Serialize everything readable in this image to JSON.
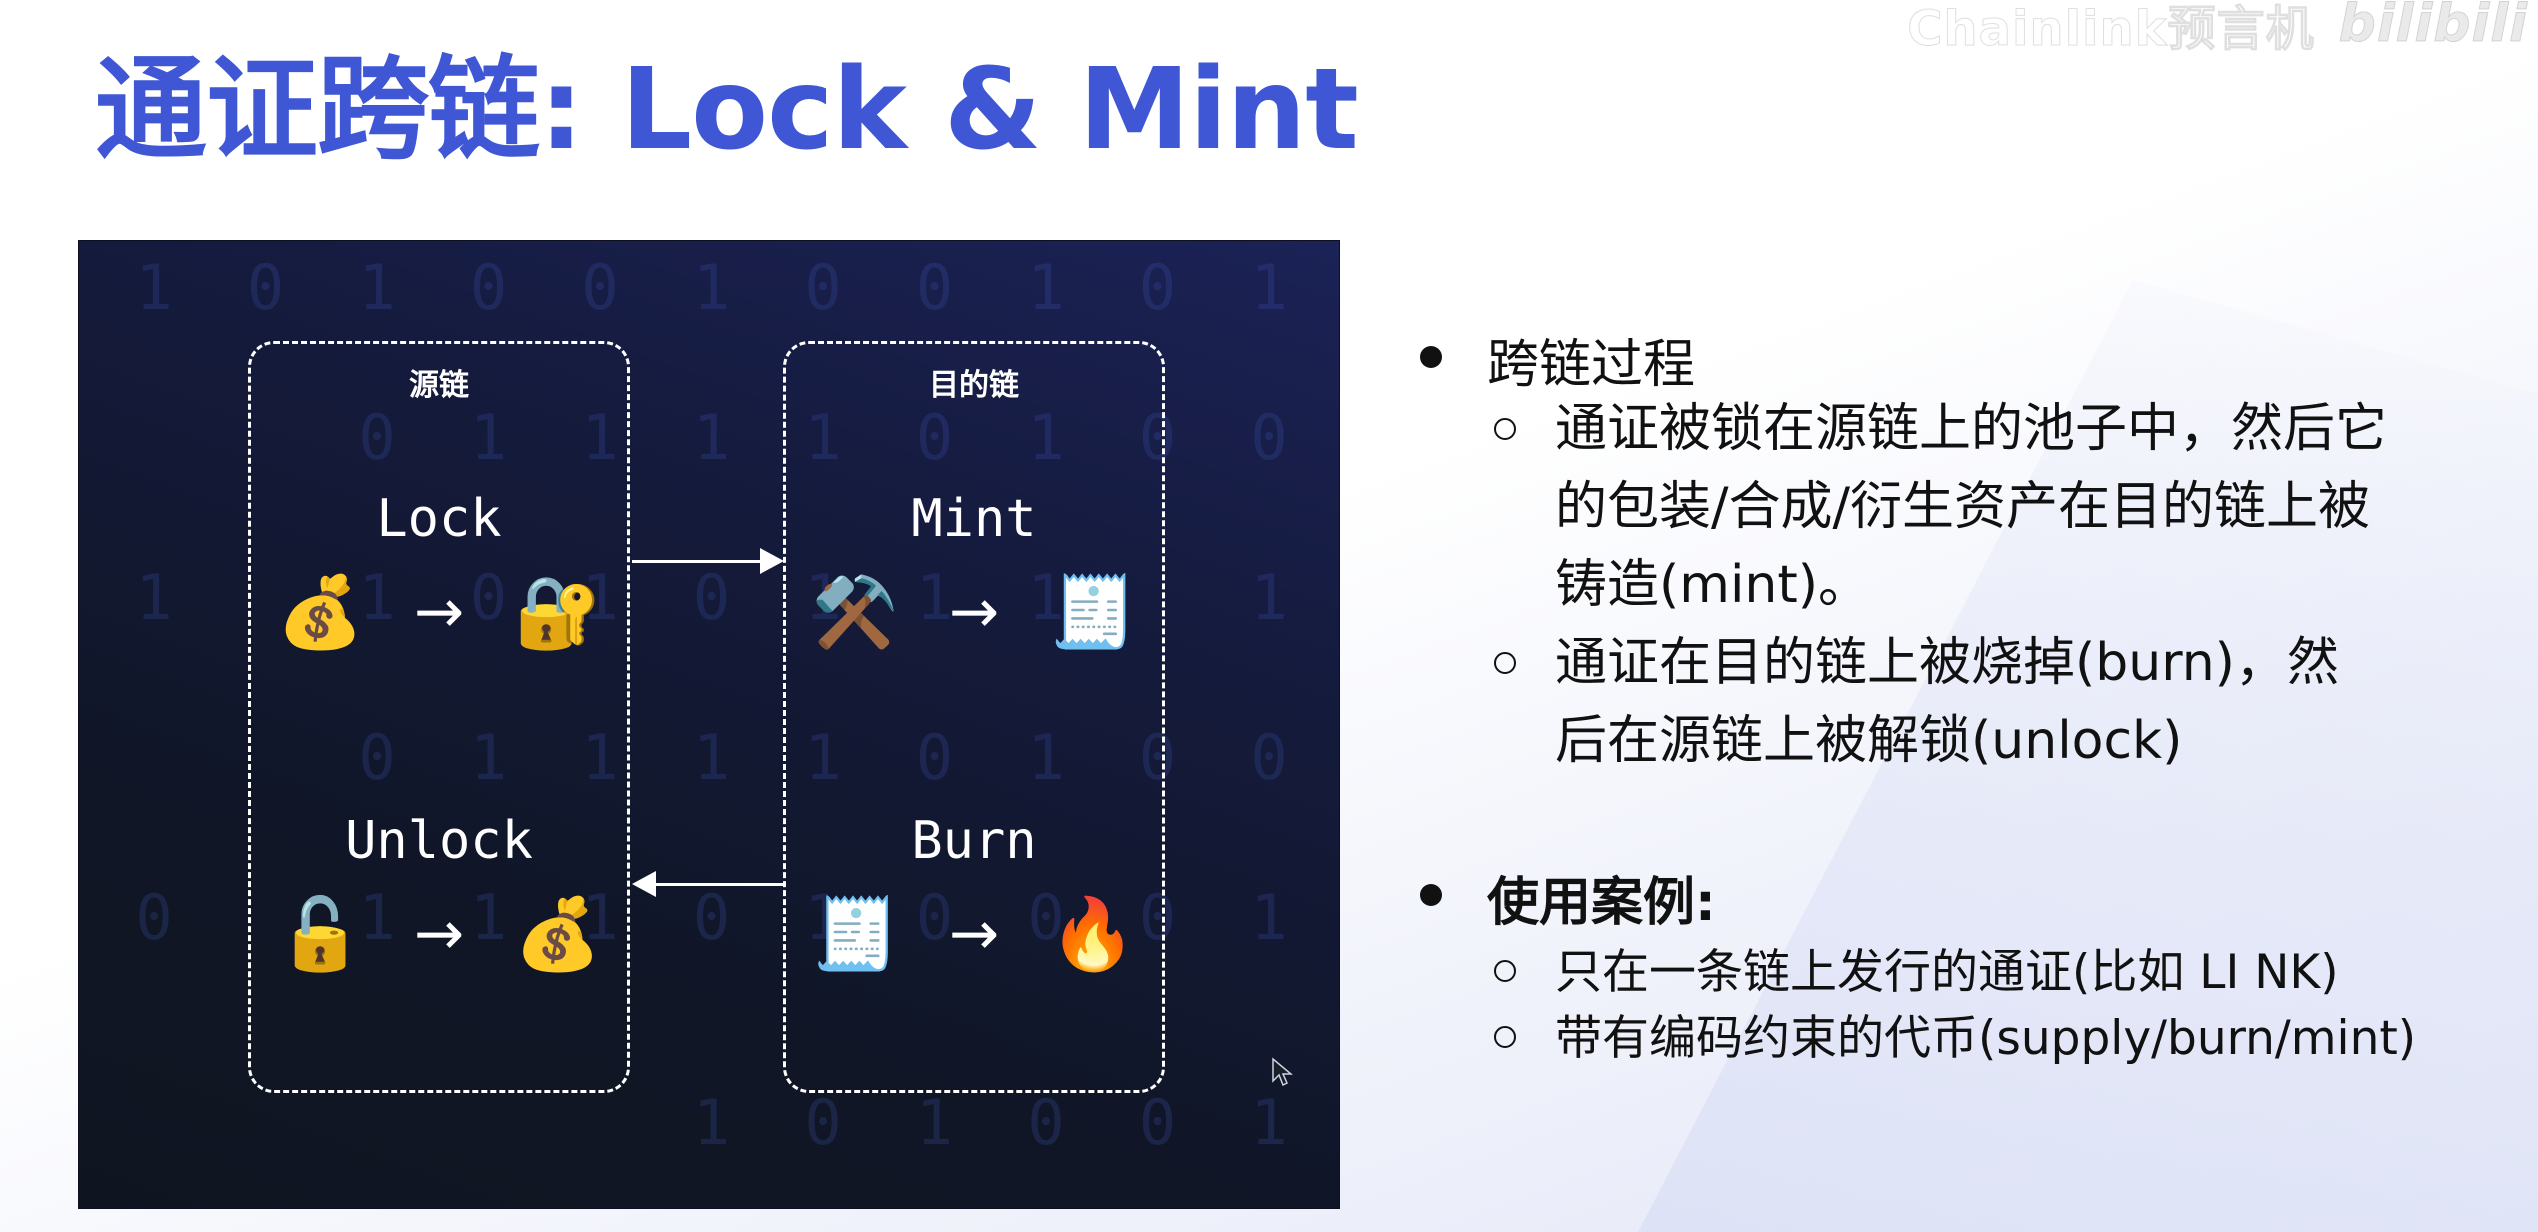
{
  "watermark": {
    "channel": "Chainlink预言机",
    "logo": "bilibili"
  },
  "title": "通证跨链: Lock & Mint",
  "colors": {
    "title": "#3f57d4",
    "panel_bg": "#111829",
    "text": "#111111"
  },
  "diagram": {
    "binary_rows": [
      [
        "1",
        "0",
        "1",
        "0",
        "0",
        "1",
        "0",
        "0",
        "1",
        "0",
        "1"
      ],
      [
        "",
        "",
        "0",
        "1",
        "1",
        "1",
        "1",
        "0",
        "1",
        "0",
        "0"
      ],
      [
        "1",
        "",
        "1",
        "0",
        "1",
        "0",
        "1",
        "1",
        "1",
        "",
        "1"
      ],
      [
        "",
        "",
        "0",
        "1",
        "1",
        "1",
        "1",
        "0",
        "1",
        "0",
        "0"
      ],
      [
        "0",
        "",
        "1",
        "1",
        "1",
        "0",
        "1",
        "0",
        "0",
        "0",
        "1"
      ],
      [
        "",
        "",
        "",
        "",
        "",
        "1",
        "0",
        "1",
        "0",
        "0",
        "1"
      ]
    ],
    "source_chain": {
      "label": "源链",
      "lock": {
        "label": "Lock",
        "from_icon": "💰",
        "arrow": "→",
        "to_icon": "🔐"
      },
      "unlock": {
        "label": "Unlock",
        "from_icon": "🔓",
        "arrow": "→",
        "to_icon": "💰"
      }
    },
    "destination_chain": {
      "label": "目的链",
      "mint": {
        "label": "Mint",
        "from_icon": "⚒️",
        "arrow": "→",
        "to_icon": "🧾"
      },
      "burn": {
        "label": "Burn",
        "from_icon": "🧾",
        "arrow": "→",
        "to_icon": "🔥"
      }
    }
  },
  "notes": {
    "section1": {
      "heading": "跨链过程",
      "items": [
        [
          "通证被锁在源链上的池子中，然后它",
          "的包装/合成/衍生资产在目的链上被",
          "铸造(mint)。"
        ],
        [
          "通证在目的链上被烧掉(burn)，然",
          "后在源链上被解锁(unlock)"
        ]
      ]
    },
    "section2": {
      "heading": "使用案例:",
      "items": [
        "只在一条链上发行的通证(比如 LI NK)",
        "带有编码约束的代币(supply/burn/mint)"
      ]
    }
  }
}
